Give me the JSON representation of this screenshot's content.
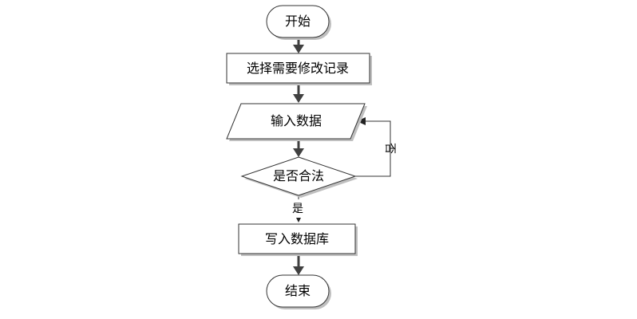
{
  "nodes": {
    "start": "开始",
    "select": "选择需要修改记录",
    "input": "输入数据",
    "check": "是否合法",
    "write": "写入数据库",
    "end": "结束"
  },
  "edges": {
    "no_label": "否",
    "yes_label": "是"
  }
}
